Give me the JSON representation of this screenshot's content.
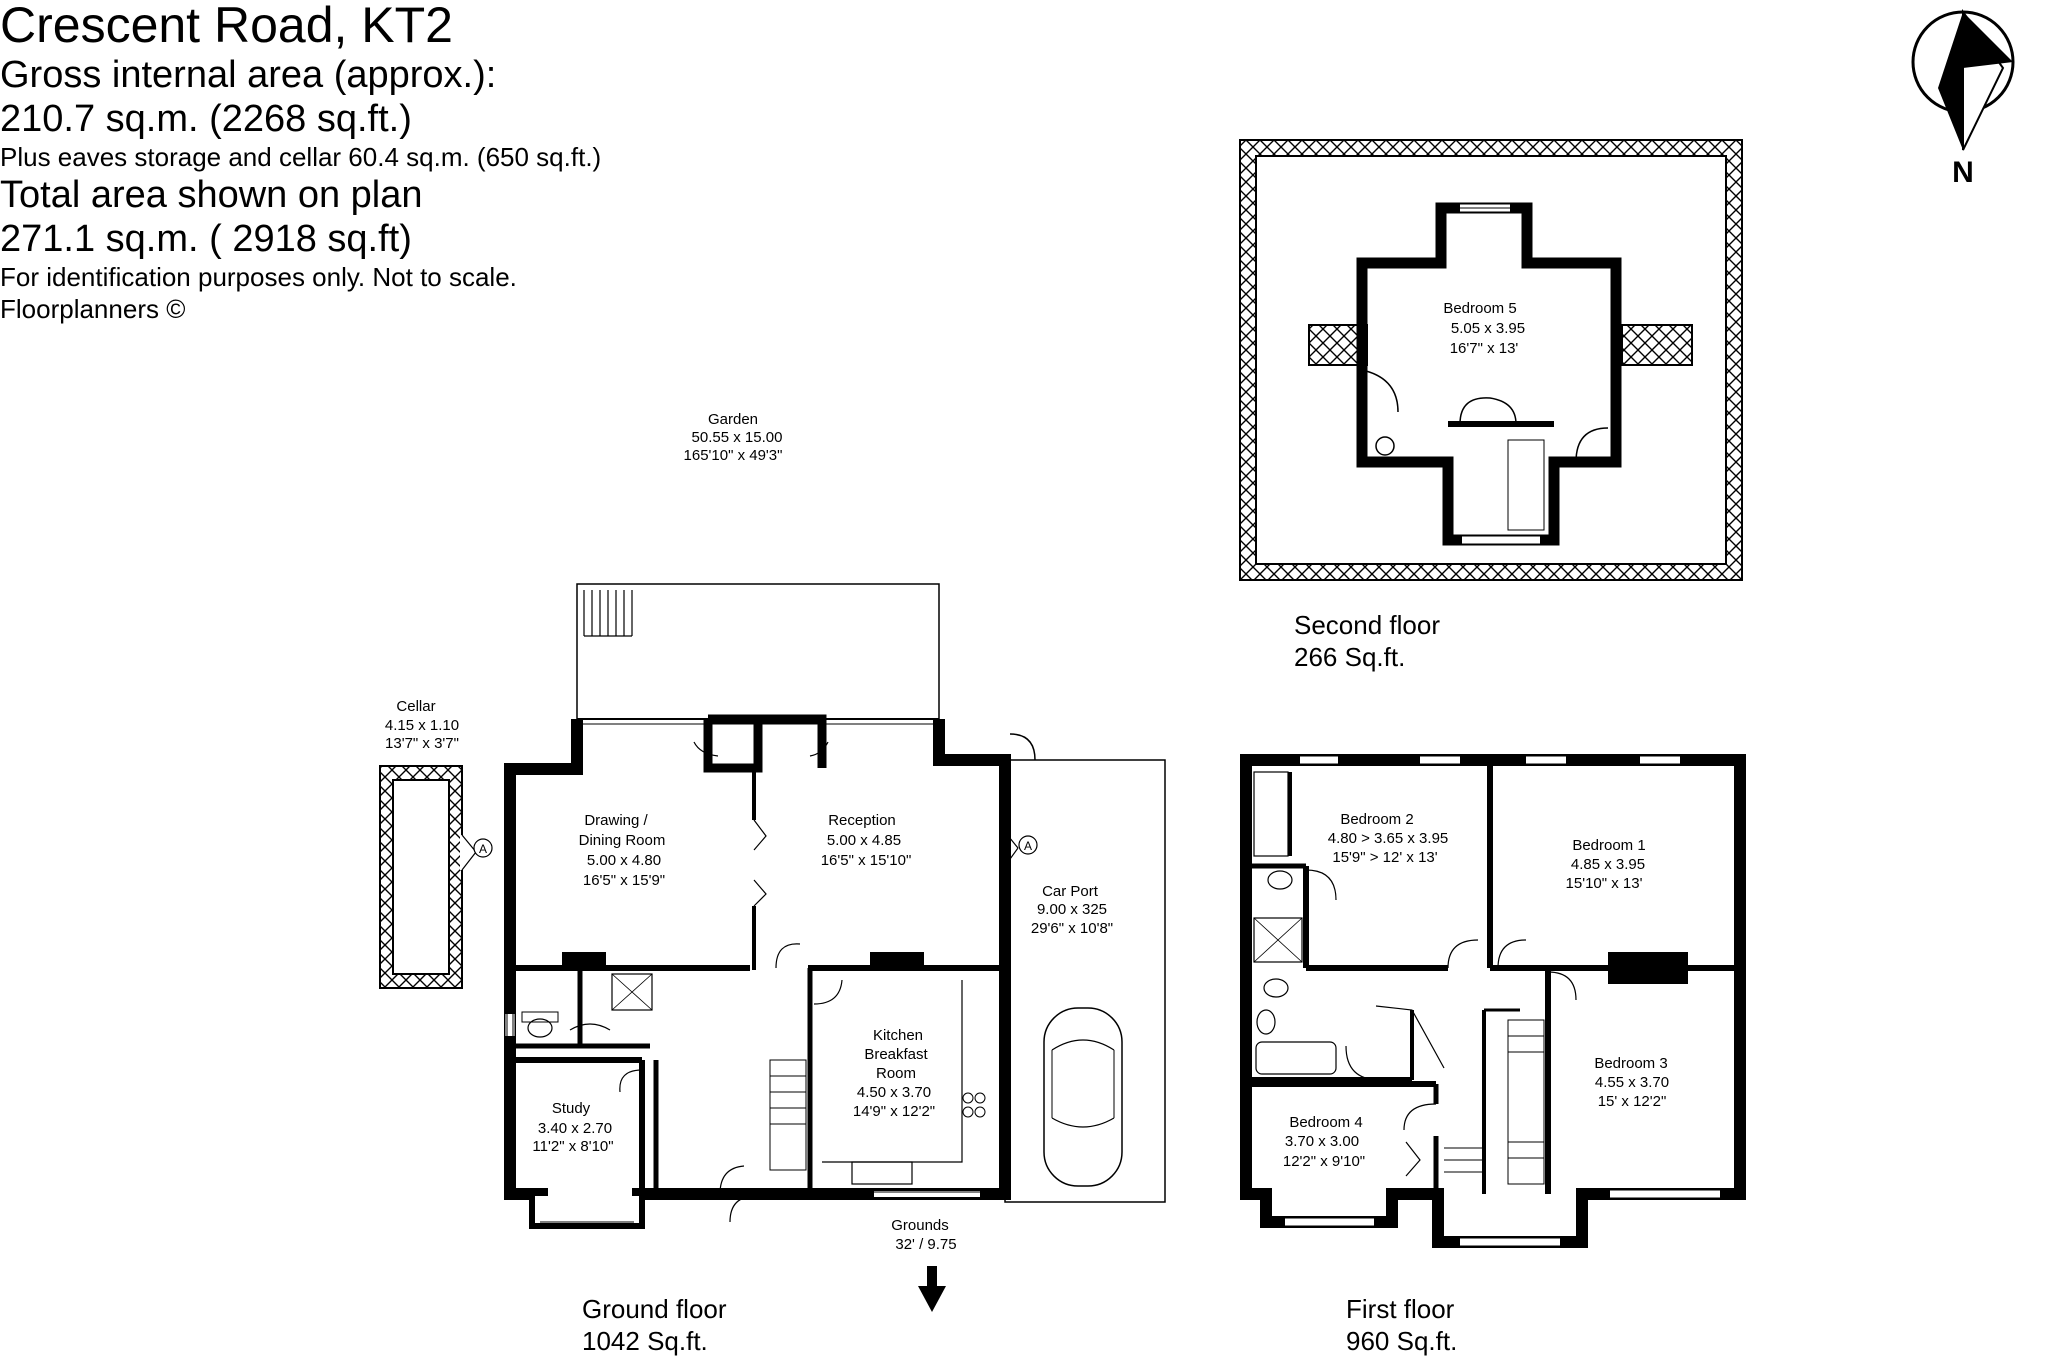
{
  "header": {
    "title": "Crescent Road, KT2",
    "gross_label": "Gross internal area (approx.):",
    "gross_value": "210.7 sq.m. (2268 sq.ft.)",
    "eaves_note": "Plus eaves storage and cellar 60.4 sq.m. (650 sq.ft.)",
    "total_label": "Total area shown on plan",
    "total_value": "271.1 sq.m. ( 2918 sq.ft)",
    "disclaimer": "For identification purposes only. Not to scale.",
    "credit": "Floorplanners ©"
  },
  "compass": {
    "label": "N"
  },
  "garden": {
    "name": "Garden",
    "metric": "50.55 x 15.00",
    "imperial": "165'10\" x 49'3\""
  },
  "grounds": {
    "name": "Grounds",
    "value": "32' / 9.75"
  },
  "cellar": {
    "name": "Cellar",
    "metric": "4.15 x 1.10",
    "imperial": "13'7\" x 3'7\""
  },
  "markers": {
    "a": "A"
  },
  "floors": {
    "ground": {
      "name": "Ground floor",
      "area": "1042 Sq.ft."
    },
    "first": {
      "name": "First floor",
      "area": "960 Sq.ft."
    },
    "second": {
      "name": "Second floor",
      "area": "266 Sq.ft."
    }
  },
  "rooms": {
    "drawing": {
      "line1": "Drawing /",
      "line2": "Dining Room",
      "metric": "5.00 x 4.80",
      "imperial": "16'5\" x 15'9\""
    },
    "reception": {
      "name": "Reception",
      "metric": "5.00 x 4.85",
      "imperial": "16'5\" x 15'10\""
    },
    "carport": {
      "name": "Car Port",
      "metric": "9.00 x 325",
      "imperial": "29'6\" x 10'8\""
    },
    "kitchen": {
      "line1": "Kitchen",
      "line2": "Breakfast",
      "line3": "Room",
      "metric": "4.50 x 3.70",
      "imperial": "14'9\" x 12'2\""
    },
    "study": {
      "name": "Study",
      "metric": "3.40 x 2.70",
      "imperial": "11'2\" x 8'10\""
    },
    "bedroom1": {
      "name": "Bedroom 1",
      "metric": "4.85 x 3.95",
      "imperial": "15'10\" x 13'"
    },
    "bedroom2": {
      "name": "Bedroom 2",
      "metric": "4.80 > 3.65 x 3.95",
      "imperial": "15'9\" > 12' x 13'"
    },
    "bedroom3": {
      "name": "Bedroom 3",
      "metric": "4.55 x 3.70",
      "imperial": "15' x 12'2\""
    },
    "bedroom4": {
      "name": "Bedroom 4",
      "metric": "3.70 x 3.00",
      "imperial": "12'2\" x 9'10\""
    },
    "bedroom5": {
      "name": "Bedroom 5",
      "metric": "5.05 x 3.95",
      "imperial": "16'7\" x 13'"
    }
  }
}
